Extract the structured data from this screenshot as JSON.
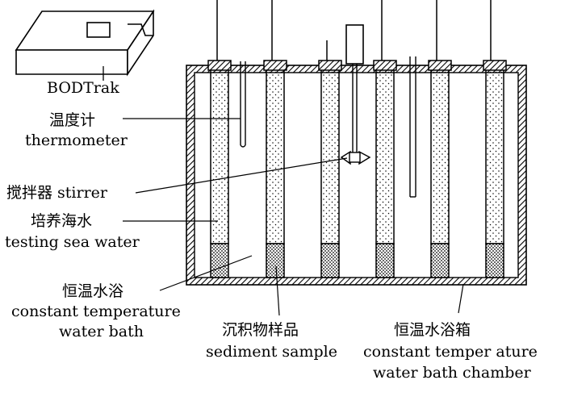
{
  "device": {
    "name": "BODTrak"
  },
  "labels": {
    "thermometer_cn": "温度计",
    "thermometer_en": "thermometer",
    "stirrer": "搅拌器 stirrer",
    "sea_water_cn": "培养海水",
    "sea_water_en": "testing sea water",
    "water_bath_cn": "恒温水浴",
    "water_bath_en_1": "constant temperature",
    "water_bath_en_2": "water bath",
    "sediment_cn": "沉积物样品",
    "sediment_en": "sediment sample",
    "chamber_cn": "恒温水浴箱",
    "chamber_en_1": "constant temper ature",
    "chamber_en_2": "water bath chamber"
  },
  "bottle_count": 6
}
